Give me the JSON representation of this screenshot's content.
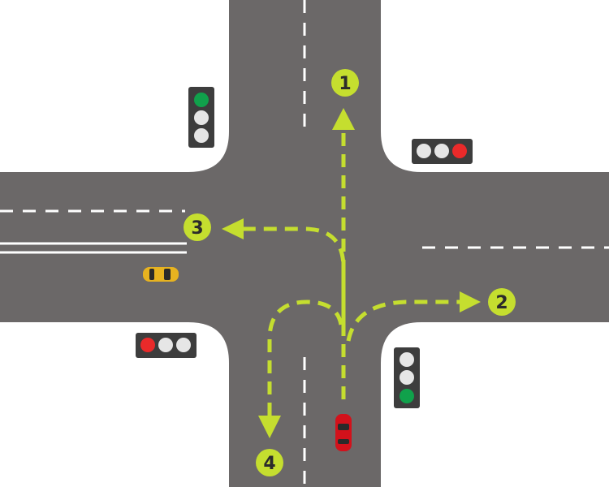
{
  "colors": {
    "background": "#ffffff",
    "road": "#6b6868",
    "lane_marking": "#ffffff",
    "route": "#c5de2f",
    "route_label_text": "#2b2b2b",
    "signal_housing": "#3d3d3d",
    "signal_red": "#ea2a2a",
    "signal_green": "#10a14b",
    "signal_off": "#e6e6e6",
    "car_red": "#d3111b",
    "car_yellow": "#e7b320"
  },
  "routes": [
    {
      "id": "route-1",
      "label": "1",
      "direction": "straight"
    },
    {
      "id": "route-2",
      "label": "2",
      "direction": "right-turn"
    },
    {
      "id": "route-3",
      "label": "3",
      "direction": "left-turn"
    },
    {
      "id": "route-4",
      "label": "4",
      "direction": "u-turn"
    }
  ],
  "signals": [
    {
      "position": "north-west",
      "orientation": "vertical",
      "lit": "green"
    },
    {
      "position": "north-east",
      "orientation": "horizontal",
      "lit": "red"
    },
    {
      "position": "south-west",
      "orientation": "horizontal",
      "lit": "red"
    },
    {
      "position": "south-east",
      "orientation": "vertical",
      "lit": "green"
    }
  ],
  "vehicles": [
    {
      "name": "red-car",
      "color": "red",
      "heading": "north"
    },
    {
      "name": "yellow-car",
      "color": "yellow",
      "heading": "east"
    }
  ]
}
